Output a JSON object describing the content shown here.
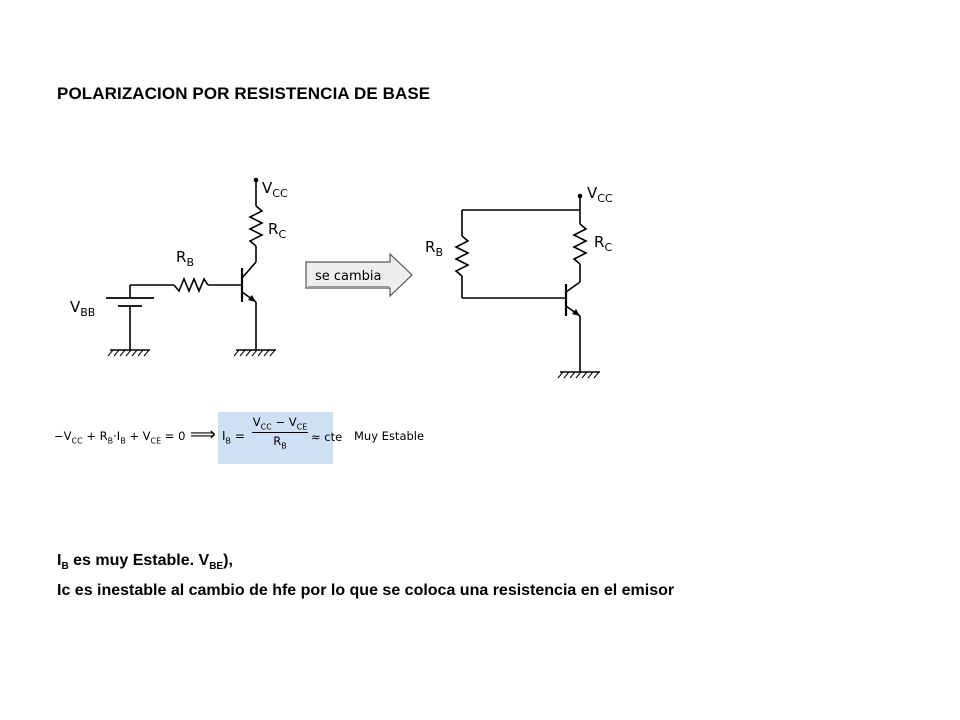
{
  "title": "POLARIZACION POR RESISTENCIA DE BASE",
  "left_circuit": {
    "vcc": "V",
    "vcc_sub": "CC",
    "rc": "R",
    "rc_sub": "C",
    "rb": "R",
    "rb_sub": "B",
    "vbb": "V",
    "vbb_sub": "BB"
  },
  "arrow_label": "se cambia",
  "right_circuit": {
    "vcc": "V",
    "vcc_sub": "CC",
    "rb": "R",
    "rb_sub": "B",
    "rc": "R",
    "rc_sub": "C"
  },
  "formula": {
    "eq_part1": "−V",
    "eq_sub1": "CC",
    "eq_part2": " + R",
    "eq_sub2": "B",
    "eq_part3": "·I",
    "eq_sub3": "B",
    "eq_part4": " + V",
    "eq_sub4": "CE",
    "eq_part5": " = 0",
    "implies": "⟹",
    "ib_lhs": "I",
    "ib_lhs_sub": "B",
    "ib_eq": " =",
    "num_a": "V",
    "num_a_sub": "CC",
    "num_minus": " − V",
    "num_b_sub": "CE",
    "den": "R",
    "den_sub": "B",
    "approx": "≈ cte",
    "stability": "Muy Estable"
  },
  "notes": {
    "line1_a": "I",
    "line1_a_sub": "B",
    "line1_b": " es muy Estable. V",
    "line1_b_sub": "BE",
    "line1_c": "),",
    "line2": "Ic es inestable al cambio de hfe por lo que se coloca una resistencia en el emisor"
  },
  "colors": {
    "highlight": "#cfe0f5",
    "arrow_fill": "#eeeeee"
  }
}
